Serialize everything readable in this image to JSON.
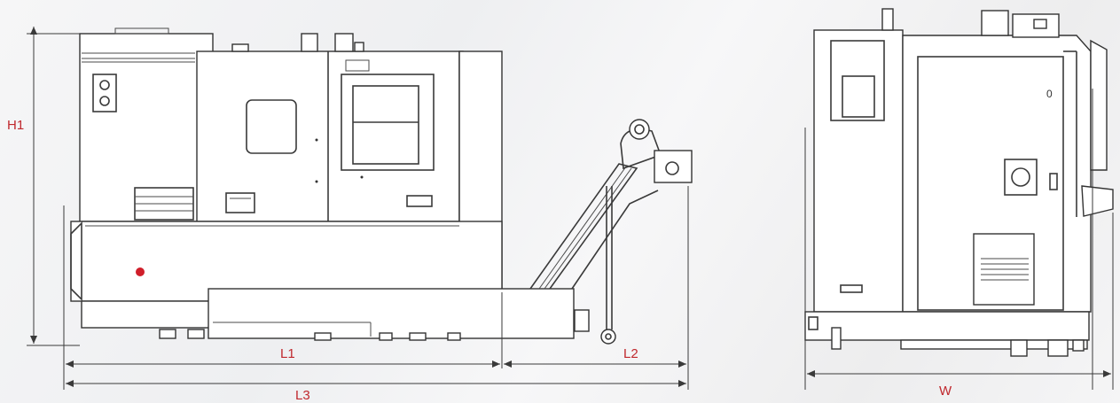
{
  "labels": {
    "h1": "H1",
    "l1": "L1",
    "l2": "L2",
    "l3": "L3",
    "w": "W"
  },
  "colors": {
    "label": "#c0282d",
    "indicator": "#d01e2a",
    "line": "#3a3a3a"
  }
}
